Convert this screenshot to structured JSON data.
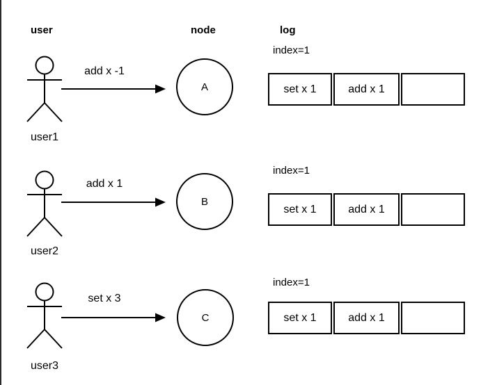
{
  "headers": {
    "user": "user",
    "node": "node",
    "log": "log"
  },
  "colors": {
    "stroke": "#000000",
    "background": "#ffffff",
    "page_edge": "#2b2b2b"
  },
  "icons": {
    "actor": "stick-figure-icon",
    "arrow": "right-arrow-icon"
  },
  "rows": [
    {
      "actor": "user1",
      "message": "add x -1",
      "node": "A",
      "log": {
        "index_label": "index=1",
        "cells": [
          "set x 1",
          "add x 1",
          ""
        ]
      }
    },
    {
      "actor": "user2",
      "message": "add x 1",
      "node": "B",
      "log": {
        "index_label": "index=1",
        "cells": [
          "set x 1",
          "add x 1",
          ""
        ]
      }
    },
    {
      "actor": "user3",
      "message": "set x 3",
      "node": "C",
      "log": {
        "index_label": "index=1",
        "cells": [
          "set x 1",
          "add x 1",
          ""
        ]
      }
    }
  ]
}
